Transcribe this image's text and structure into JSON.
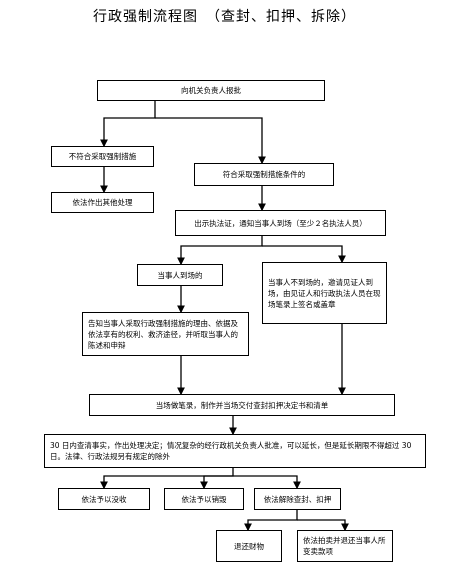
{
  "title": "行政强制流程图　（查封、扣押、拆除）",
  "steps": {
    "report": "向机关负责人报批",
    "not_meet": "不符合采取强制措施",
    "handle_other": "依法作出其他处理",
    "meet": "符合采取强制措施条件的",
    "show_id": "出示执法证，通知当事人到场（至少２名执法人员）",
    "present": "当事人到场的",
    "absent": "当事人不到场的，邀请见证人到场，由见证人和行政执法人员在现场笔录上签名或盖章",
    "inform": "告知当事人采取行政强制措施的理由、依据及依法享有的权利、救济途径，并听取当事人的陈述和申辩",
    "record": "当场做笔录，制作并当场交付查封扣押决定书和清单",
    "decision": "30 日内查清事实，作出处理决定；情况复杂的经行政机关负责人批准，可以延长，但是延长期限不得超过 30 日。法律、行政法规另有规定的除外",
    "confiscate": "依法予以没收",
    "destroy": "依法予以销毁",
    "release": "依法解除查封、扣押",
    "return": "退还财物",
    "auction": "依法拍卖并退还当事人所变卖款项"
  }
}
